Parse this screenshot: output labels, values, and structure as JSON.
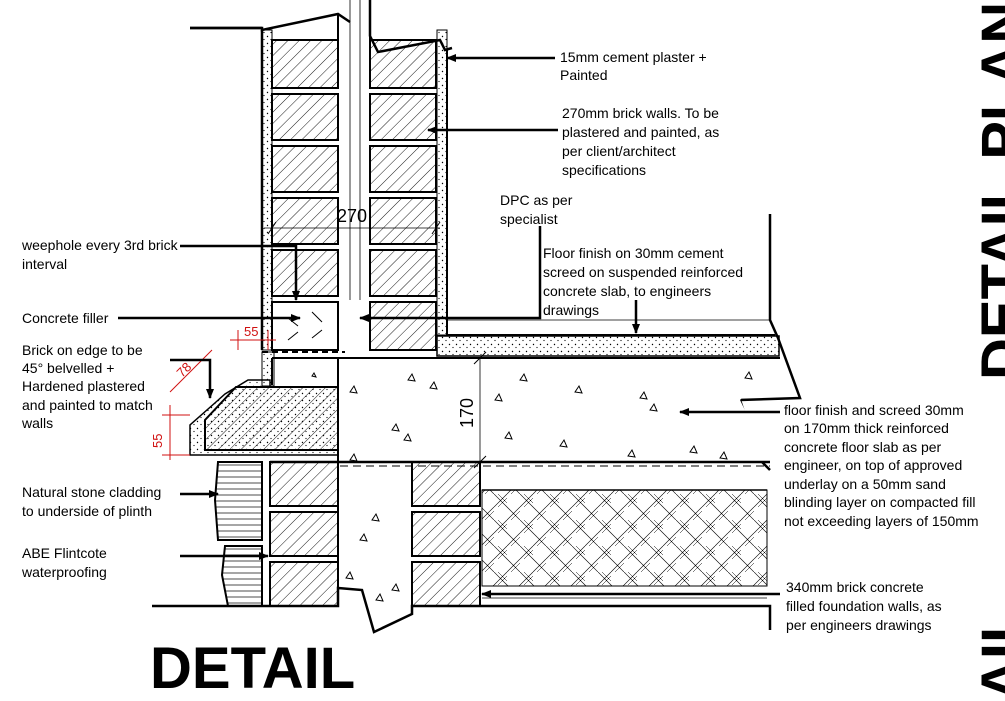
{
  "drawing_title": "DETAIL",
  "side_title_upper": "DETAIL PLAN",
  "side_title_lower": "AIL",
  "dimensions": {
    "wall_width": "270",
    "slab_depth": "170",
    "plinth_top": "55",
    "plinth_side": "55",
    "bevel": "78"
  },
  "notes": {
    "plaster": [
      "15mm cement plaster +",
      "Painted"
    ],
    "brick_walls": [
      "270mm brick walls. To be",
      "plastered and painted, as",
      "per client/architect",
      "specifications"
    ],
    "dpc": [
      "DPC as per",
      "specialist"
    ],
    "floor_finish": [
      "Floor finish on 30mm cement",
      "screed on suspended reinforced",
      "concrete slab, to engineers",
      "drawings"
    ],
    "weephole": [
      "weephole every 3rd brick",
      "interval"
    ],
    "filler": [
      "Concrete filler"
    ],
    "brick_on_edge": [
      "Brick on edge to be",
      "45° belvelled +",
      "Hardened plastered",
      "and painted to match",
      "walls"
    ],
    "slab_detail": [
      "floor finish and screed 30mm",
      "on 170mm thick reinforced",
      "concrete floor slab as per",
      "engineer, on top of approved",
      "underlay on a 50mm sand",
      "blinding layer on compacted fill",
      "not exceeding layers of 150mm"
    ],
    "cladding": [
      "Natural stone cladding",
      "to underside of plinth"
    ],
    "waterproofing": [
      "ABE Flintcote",
      "waterproofing"
    ],
    "foundation": [
      "340mm brick concrete",
      "filled foundation walls, as",
      "per engineers drawings"
    ]
  },
  "colors": {
    "line": "#000000",
    "dimension_red": "#d01010",
    "brick_hatch": "#000000"
  }
}
